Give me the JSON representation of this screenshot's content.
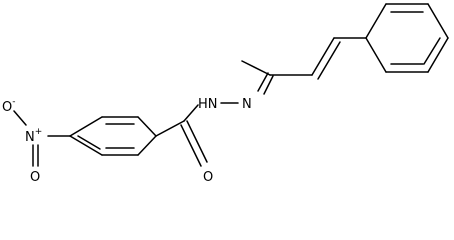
{
  "molecule": {
    "atoms": {
      "nitrogen_charge": "+",
      "oxygen_left": "O",
      "oxygen_left_charge": "-",
      "oxygen_bottom": "O",
      "carbonyl_oxygen": "O",
      "hydrazide": "HN",
      "imine_nitrogen": "N"
    },
    "colors": {
      "bond": "#000000",
      "label": "#000000"
    }
  }
}
